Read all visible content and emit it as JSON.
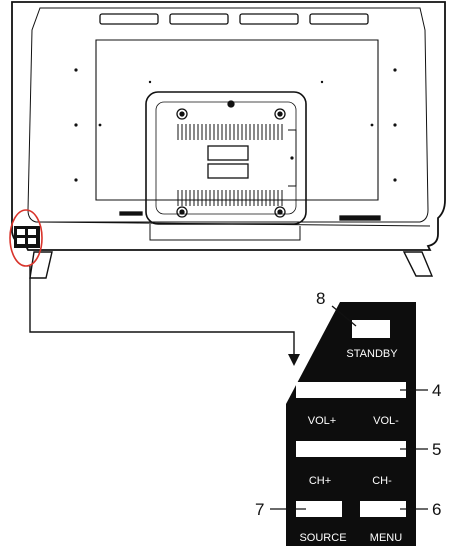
{
  "callouts": {
    "standby": "8",
    "volume": "4",
    "channel": "5",
    "menu": "6",
    "source": "7"
  },
  "panel_labels": {
    "standby": "STANDBY",
    "vol_plus": "VOL+",
    "vol_minus": "VOL-",
    "ch_plus": "CH+",
    "ch_minus": "CH-",
    "source": "SOURCE",
    "menu": "MENU"
  },
  "colors": {
    "line": "#111111",
    "panel": "#0d0d0d",
    "highlight": "#d9342b",
    "paper": "#ffffff"
  }
}
